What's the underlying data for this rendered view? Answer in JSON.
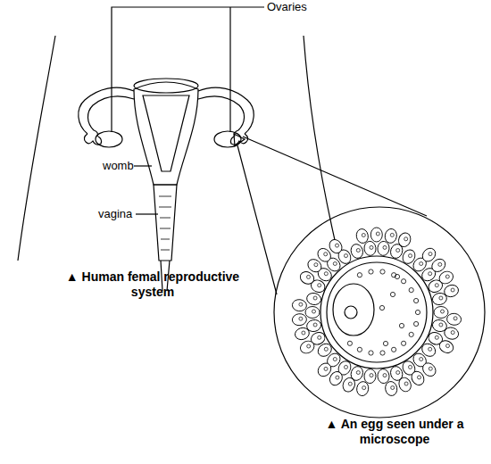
{
  "diagram": {
    "labels": [
      "Ovaries",
      "womb",
      "vagina",
      "▲ Human femal reproductive system",
      "▲ An egg seen under a microscope"
    ]
  }
}
